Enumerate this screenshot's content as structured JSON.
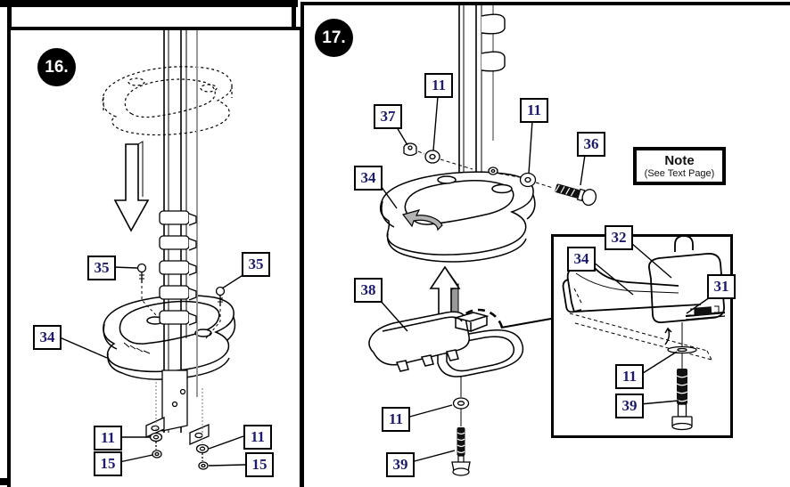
{
  "step16": {
    "badge": "16.",
    "callouts": {
      "screw_left": "35",
      "screw_right": "35",
      "base": "34",
      "washer_left": "11",
      "locknut_left": "15",
      "washer_right": "11",
      "locknut_right": "15"
    }
  },
  "step17": {
    "badge": "17.",
    "callouts": {
      "nut": "37",
      "washer_top_left": "11",
      "washer_top_right": "11",
      "base": "34",
      "bolt_side": "36",
      "bracket": "38",
      "washer_bottom": "11",
      "bolt_bottom": "39"
    },
    "note": {
      "title": "Note",
      "subtitle": "(See Text Page)"
    },
    "inset": {
      "callouts": {
        "bracket": "32",
        "base": "34",
        "clamp": "31",
        "washer": "11",
        "bolt": "39"
      }
    }
  },
  "colors": {
    "line": "#000000",
    "callout_text": "#1b1b6b",
    "badge_bg": "#000000",
    "badge_text": "#ffffff",
    "gray_edge": "#999999",
    "arrow_gray": "#b3b3b3"
  }
}
